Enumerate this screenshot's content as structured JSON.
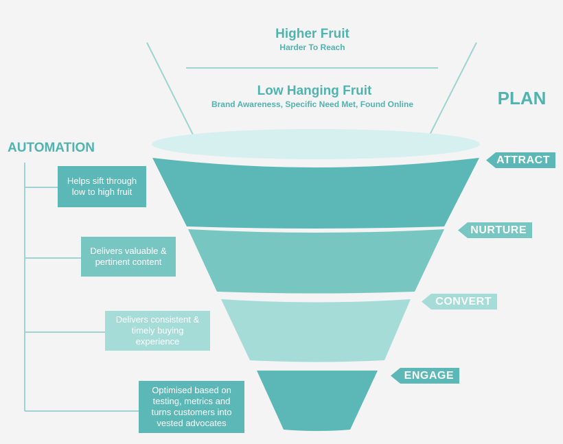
{
  "header": {
    "higher_title": "Higher Fruit",
    "higher_sub": "Harder To Reach",
    "low_title": "Low Hanging Fruit",
    "low_sub": "Brand Awareness, Specific Need Met, Found Online"
  },
  "plan_label": "PLAN",
  "automation": {
    "title": "AUTOMATION",
    "items": [
      {
        "text": "Helps sift through low to high fruit",
        "color": "#5cb8b6"
      },
      {
        "text": "Delivers valuable & pertinent content",
        "color": "#78c6c2"
      },
      {
        "text": "Delivers consistent & timely buying experience",
        "color": "#a6dcd8"
      },
      {
        "text": "Optimised based on testing, metrics and turns customers into vested advocates",
        "color": "#5cb8b6"
      }
    ]
  },
  "stages": [
    {
      "label": "ATTRACT",
      "color": "#5cb8b6"
    },
    {
      "label": "NURTURE",
      "color": "#78c6c2"
    },
    {
      "label": "CONVERT",
      "color": "#a6dcd8"
    },
    {
      "label": "ENGAGE",
      "color": "#5cb8b6"
    }
  ],
  "colors": {
    "accent_text": "#4fb3b0",
    "funnel_rim": "#d6f0f0",
    "line": "#9dd3d0"
  }
}
